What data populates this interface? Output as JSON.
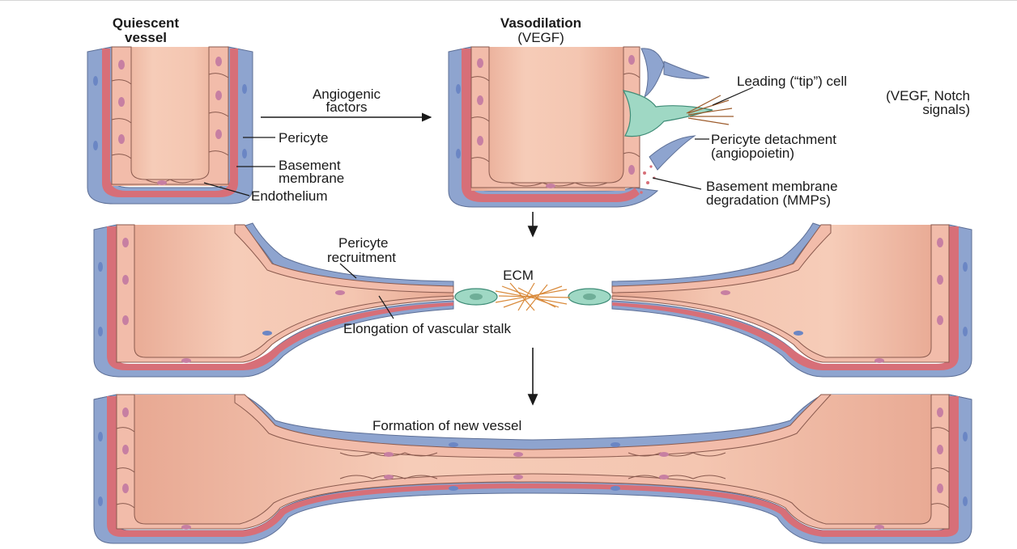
{
  "colors": {
    "lumen": "#f3c4ae",
    "lumen_shadow": "#e39c86",
    "endothelium": "#f2bcaa",
    "endothelium_line": "#8a5a4e",
    "basement_membrane": "#d76f78",
    "pericyte": "#8ea4cf",
    "pericyte_nucleus": "#6b86c4",
    "endo_nucleus": "#c77fa2",
    "tip_cell": "#9fd8c4",
    "ecm_fiber": "#d98a3b",
    "text": "#1a1a1a"
  },
  "panel1": {
    "title_line1": "Quiescent",
    "title_line2": "vessel",
    "arrow_label_line1": "Angiogenic",
    "arrow_label_line2": "factors",
    "pericyte": "Pericyte",
    "basement_line1": "Basement",
    "basement_line2": "membrane",
    "endothelium": "Endothelium"
  },
  "panel2": {
    "title": "Vasodilation",
    "subtitle": "(VEGF)",
    "tip_line1": "Leading (“tip”) cell",
    "tip_line2": "(VEGF, Notch",
    "tip_line3": "signals)",
    "detach_line1": "Pericyte detachment",
    "detach_line2": "(angiopoietin)",
    "degrad_line1": "Basement membrane",
    "degrad_line2": "degradation (MMPs)"
  },
  "panel3": {
    "recruit_line1": "Pericyte",
    "recruit_line2": "recruitment",
    "ecm": "ECM",
    "elongation": "Elongation of vascular stalk"
  },
  "panel4": {
    "formation": "Formation of new vessel"
  }
}
